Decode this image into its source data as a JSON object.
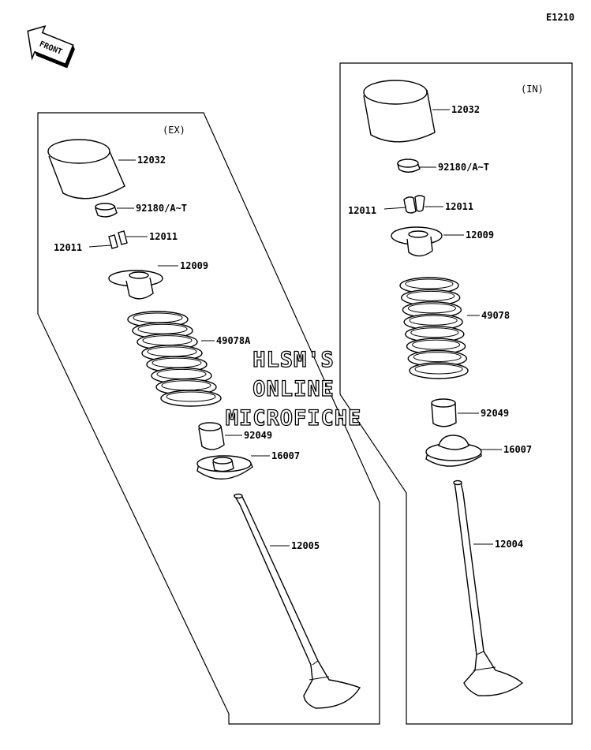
{
  "diagram_code": "E1210",
  "front_badge": "FRONT",
  "sections": {
    "exhaust": "(EX)",
    "intake": "(IN)"
  },
  "watermark": [
    "HLSM'S",
    "ONLINE",
    "MICROFICHE"
  ],
  "labels": {
    "ex_tappet": "12032",
    "ex_shim": "92180/A~T",
    "ex_cotter_left": "12011",
    "ex_cotter_right": "12011",
    "ex_retainer": "12009",
    "ex_spring": "49078A",
    "ex_seal": "92049",
    "ex_seat": "16007",
    "ex_valve": "12005",
    "in_tappet": "12032",
    "in_shim": "92180/A~T",
    "in_cotter_left": "12011",
    "in_cotter_right": "12011",
    "in_retainer": "12009",
    "in_spring": "49078",
    "in_seal": "92049",
    "in_seat": "16007",
    "in_valve": "12004"
  }
}
